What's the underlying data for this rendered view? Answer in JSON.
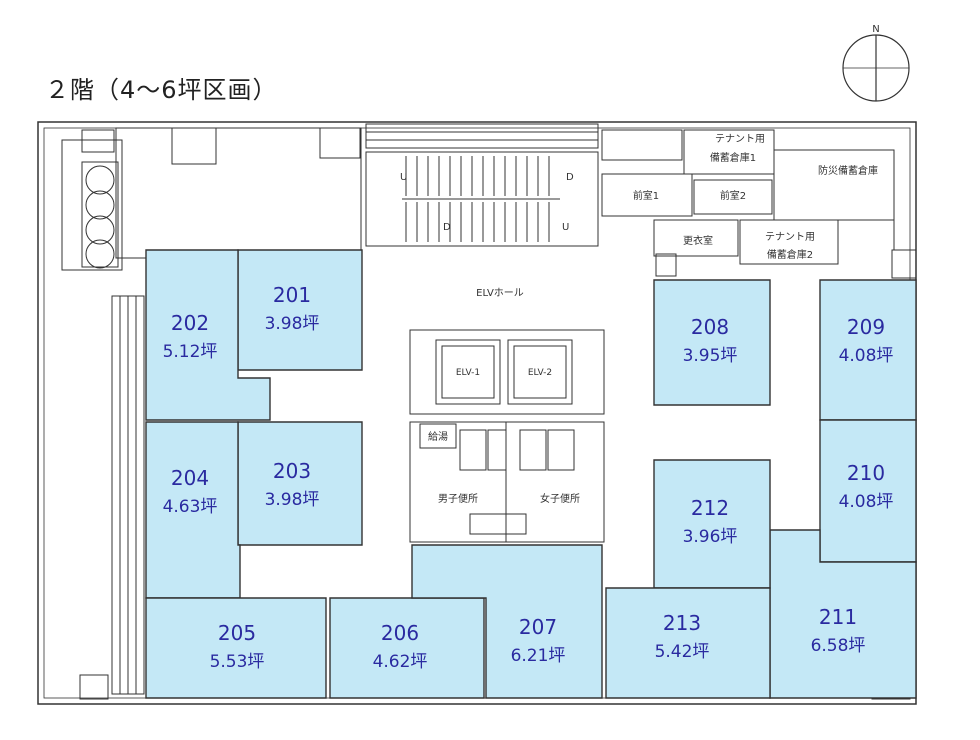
{
  "title": "２階（4〜6坪区画）",
  "compass": "N",
  "colors": {
    "room_fill": "#c4e8f6",
    "wall": "#333333",
    "room_text": "#2a2aa0"
  },
  "rooms": [
    {
      "id": "201",
      "area": "3.98坪"
    },
    {
      "id": "202",
      "area": "5.12坪"
    },
    {
      "id": "203",
      "area": "3.98坪"
    },
    {
      "id": "204",
      "area": "4.63坪"
    },
    {
      "id": "205",
      "area": "5.53坪"
    },
    {
      "id": "206",
      "area": "4.62坪"
    },
    {
      "id": "207",
      "area": "6.21坪"
    },
    {
      "id": "208",
      "area": "3.95坪"
    },
    {
      "id": "209",
      "area": "4.08坪"
    },
    {
      "id": "210",
      "area": "4.08坪"
    },
    {
      "id": "211",
      "area": "6.58坪"
    },
    {
      "id": "212",
      "area": "3.96坪"
    },
    {
      "id": "213",
      "area": "5.42坪"
    }
  ],
  "labels": {
    "elv_hall": "ELVホール",
    "elv1": "ELV-1",
    "elv2": "ELV-2",
    "tenant_storage_1a": "テナント用",
    "tenant_storage_1b": "備蓄倉庫1",
    "tenant_storage_2a": "テナント用",
    "tenant_storage_2b": "備蓄倉庫2",
    "disaster_storage": "防災備蓄倉庫",
    "anteroom1": "前室1",
    "anteroom2": "前室2",
    "locker": "更衣室",
    "mens_wc": "男子便所",
    "womens_wc": "女子便所",
    "kitchenette": "給湯",
    "stair_u1": "U",
    "stair_d1": "D",
    "stair_d2": "D",
    "stair_u2": "U"
  }
}
